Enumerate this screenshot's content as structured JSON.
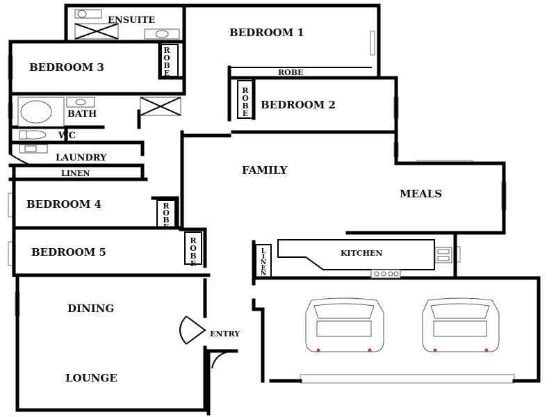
{
  "rooms": {
    "ensuite": "ENSUITE",
    "bedroom1": "BEDROOM 1",
    "bedroom2": "BEDROOM 2",
    "bedroom3": "BEDROOM 3",
    "bedroom4": "BEDROOM 4",
    "bedroom5": "BEDROOM 5",
    "bath": "BATH",
    "wc": "WC",
    "laundry": "LAUNDRY",
    "linen_hall": "LINEN",
    "robe_b1": "ROBE",
    "robe_b2": [
      "R",
      "O",
      "B",
      "E"
    ],
    "robe_b3": [
      "R",
      "O",
      "B",
      "E"
    ],
    "robe_b4": [
      "R",
      "O",
      "B",
      "E"
    ],
    "robe_b5": [
      "R",
      "O",
      "B",
      "E"
    ],
    "linen_kitchen": [
      "L",
      "I",
      "N",
      "E",
      "N"
    ],
    "family": "FAMILY",
    "meals": "MEALS",
    "kitchen": "KITCHEN",
    "dining": "DINING",
    "lounge": "LOUNGE",
    "entry": "ENTRY"
  }
}
